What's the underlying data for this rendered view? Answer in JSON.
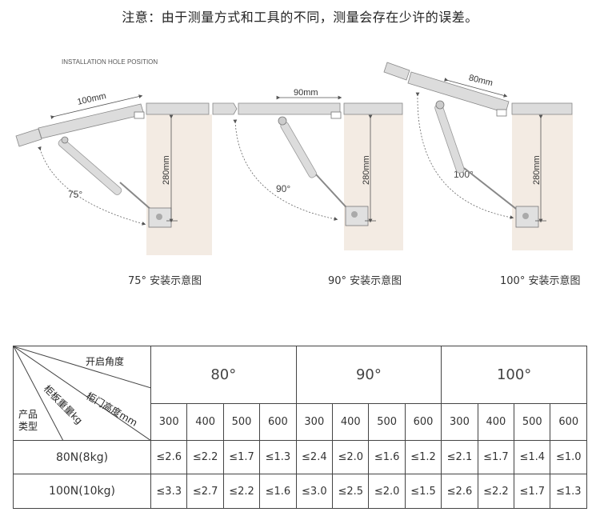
{
  "notice": "注意：由于测量方式和工具的不同，测量会存在少许的误差。",
  "diagram": {
    "heading": "INSTALLATION HOLE POSITION",
    "panels": [
      {
        "width_label": "100mm",
        "height_label": "280mm",
        "angle_label": "75°",
        "caption": "75° 安装示意图"
      },
      {
        "width_label": "90mm",
        "height_label": "280mm",
        "angle_label": "90°",
        "caption": "90° 安装示意图"
      },
      {
        "width_label": "80mm",
        "height_label": "280mm",
        "angle_label": "100°",
        "caption": "100° 安装示意图"
      }
    ]
  },
  "table": {
    "corner": {
      "opening_angle": "开启角度",
      "door_height": "柜门高度mm",
      "panel_weight": "柜板重量kg",
      "product_type_line1": "产品",
      "product_type_line2": "类型"
    },
    "angles": [
      "80°",
      "90°",
      "100°"
    ],
    "heights": [
      "300",
      "400",
      "500",
      "600",
      "300",
      "400",
      "500",
      "600",
      "300",
      "400",
      "500",
      "600"
    ],
    "rows": [
      {
        "label": "80N(8kg)",
        "values": [
          "≤2.6",
          "≤2.2",
          "≤1.7",
          "≤1.3",
          "≤2.4",
          "≤2.0",
          "≤1.6",
          "≤1.2",
          "≤2.1",
          "≤1.7",
          "≤1.4",
          "≤1.0"
        ]
      },
      {
        "label": "100N(10kg)",
        "values": [
          "≤3.3",
          "≤2.7",
          "≤2.2",
          "≤1.6",
          "≤3.0",
          "≤2.5",
          "≤2.0",
          "≤1.5",
          "≤2.6",
          "≤2.2",
          "≤1.7",
          "≤1.3"
        ]
      }
    ]
  },
  "colors": {
    "cabinet": "#f3ebe3",
    "board": "#dcdcdc",
    "line": "#444444"
  }
}
